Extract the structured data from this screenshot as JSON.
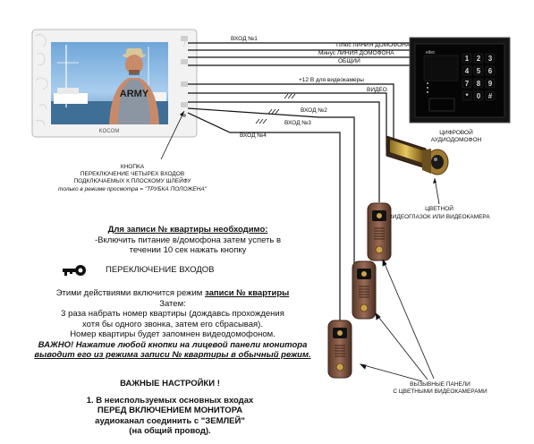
{
  "monitor": {
    "brand": "KOCOM",
    "shirt_text": "ARMY",
    "button_caption": [
      "КНОПКА",
      "ПЕРЕКЛЮЧЕНИЕ ЧЕТЫРЕХ ВХОДОВ",
      "ПОДКЛЮЧАЕМЫХ К ПЛОСКОМУ ШЛЕЙФУ"
    ],
    "button_caption_note": "только в режиме просмотра = \"ТРУБКА ПОЛОЖЕНА\""
  },
  "wires": {
    "input1": "ВХОД №1",
    "plus_line": "Плюс ЛИНИЯ ДОМОФОНА",
    "minus_line": "Минус ЛИНИЯ ДОМОФОНА",
    "common": "ОБЩИЙ",
    "power_camera": "+12 В для видеокамеры",
    "video": "ВИДЕО",
    "input2": "ВХОД №2",
    "input3": "ВХОД №3",
    "input4": "ВХОД №4"
  },
  "devices": {
    "intercom_caption": [
      "ЦИФРОВОЙ",
      "АУДИОДОМОФОН"
    ],
    "peephole_caption": [
      "ЦВЕТНОЙ",
      "ВИДЕОГЛАЗОК  ИЛИ  ВИДЕОКАМЕРА"
    ],
    "panels_caption": [
      "ВЫЗЫВНЫЕ ПАНЕЛИ",
      "С ЦВЕТНЫМИ ВИДЕОКАМЕРАМИ"
    ]
  },
  "instructions": {
    "heading": "Для записи № квартиры необходимо:",
    "line1": "-Включить питание в/домофона затем успеть в",
    "line2": "течении 10 сек нажать кнопку",
    "key_label": "ПЕРЕКЛЮЧЕНИЕ ВХОДОВ",
    "mode_prefix": "Этими действиями включится режим ",
    "mode_name": "записи № квартиры",
    "then": "Затем:",
    "step1": "3 раза набрать номер квартиры (дождавсь прохождения",
    "step2": "хотя бы одного звонка, затем его сбрасывая).",
    "step3": "Номер квартиры будет запомнен видеодомофоном.",
    "warning1": "ВАЖНО! Нажатие любой кнопки на лицевой панели монитора",
    "warning2": "выводит его из режима записи № квартиры  в обычный режим."
  },
  "settings": {
    "heading": "ВАЖНЫЕ НАСТРОЙКИ !",
    "line1": "1. В неиспользуемых основных входах",
    "line2": "ПЕРЕД ВКЛЮЧЕНИЕМ МОНИТОРА",
    "line3": "аудиоканал соединить с \"ЗЕМЛЕЙ\"",
    "line4": "(на общий провод)."
  },
  "keypad": {
    "brand": "eltec",
    "keys": [
      "1",
      "2",
      "3",
      "4",
      "5",
      "6",
      "7",
      "8",
      "9",
      "*",
      "0",
      "#"
    ]
  }
}
